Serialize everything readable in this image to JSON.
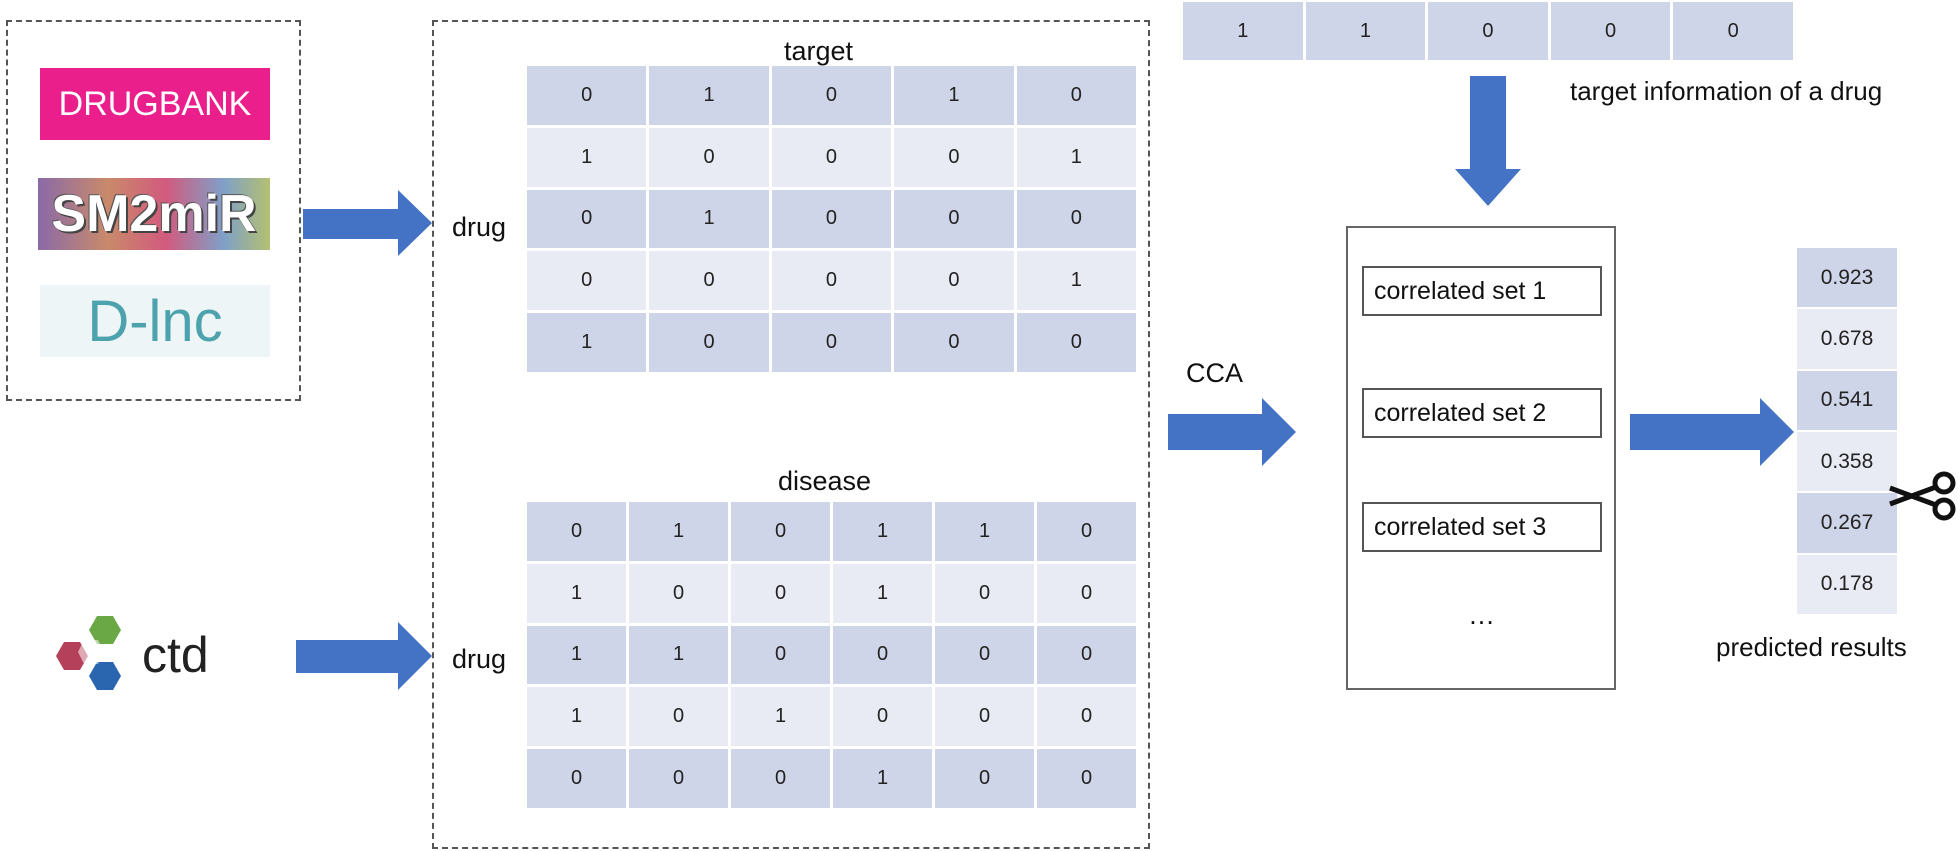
{
  "sources_top": {
    "drugbank": "DRUGBANK",
    "sm2mir": "SM2miR",
    "dlnc": "D-lnc"
  },
  "sources_bottom": {
    "ctd": "ctd"
  },
  "target_matrix": {
    "title": "target",
    "row_label": "drug",
    "rows": [
      [
        "0",
        "1",
        "0",
        "1",
        "0"
      ],
      [
        "1",
        "0",
        "0",
        "0",
        "1"
      ],
      [
        "0",
        "1",
        "0",
        "0",
        "0"
      ],
      [
        "0",
        "0",
        "0",
        "0",
        "1"
      ],
      [
        "1",
        "0",
        "0",
        "0",
        "0"
      ]
    ]
  },
  "disease_matrix": {
    "title": "disease",
    "row_label": "drug",
    "rows": [
      [
        "0",
        "1",
        "0",
        "1",
        "1",
        "0"
      ],
      [
        "1",
        "0",
        "0",
        "1",
        "0",
        "0"
      ],
      [
        "1",
        "1",
        "0",
        "0",
        "0",
        "0"
      ],
      [
        "1",
        "0",
        "1",
        "0",
        "0",
        "0"
      ],
      [
        "0",
        "0",
        "0",
        "1",
        "0",
        "0"
      ]
    ]
  },
  "target_vector": {
    "values": [
      "1",
      "1",
      "0",
      "0",
      "0"
    ],
    "caption": "target information of a drug"
  },
  "cca": {
    "label": "CCA",
    "sets": [
      "correlated set 1",
      "correlated set 2",
      "correlated set 3"
    ],
    "ellipsis": "…"
  },
  "results": {
    "values": [
      "0.923",
      "0.678",
      "0.541",
      "0.358",
      "0.267",
      "0.178"
    ],
    "caption": "predicted results"
  },
  "colors": {
    "arrow": "#4472c4",
    "cell_dark": "#cfd5e8",
    "cell_light": "#e8ebf4"
  }
}
